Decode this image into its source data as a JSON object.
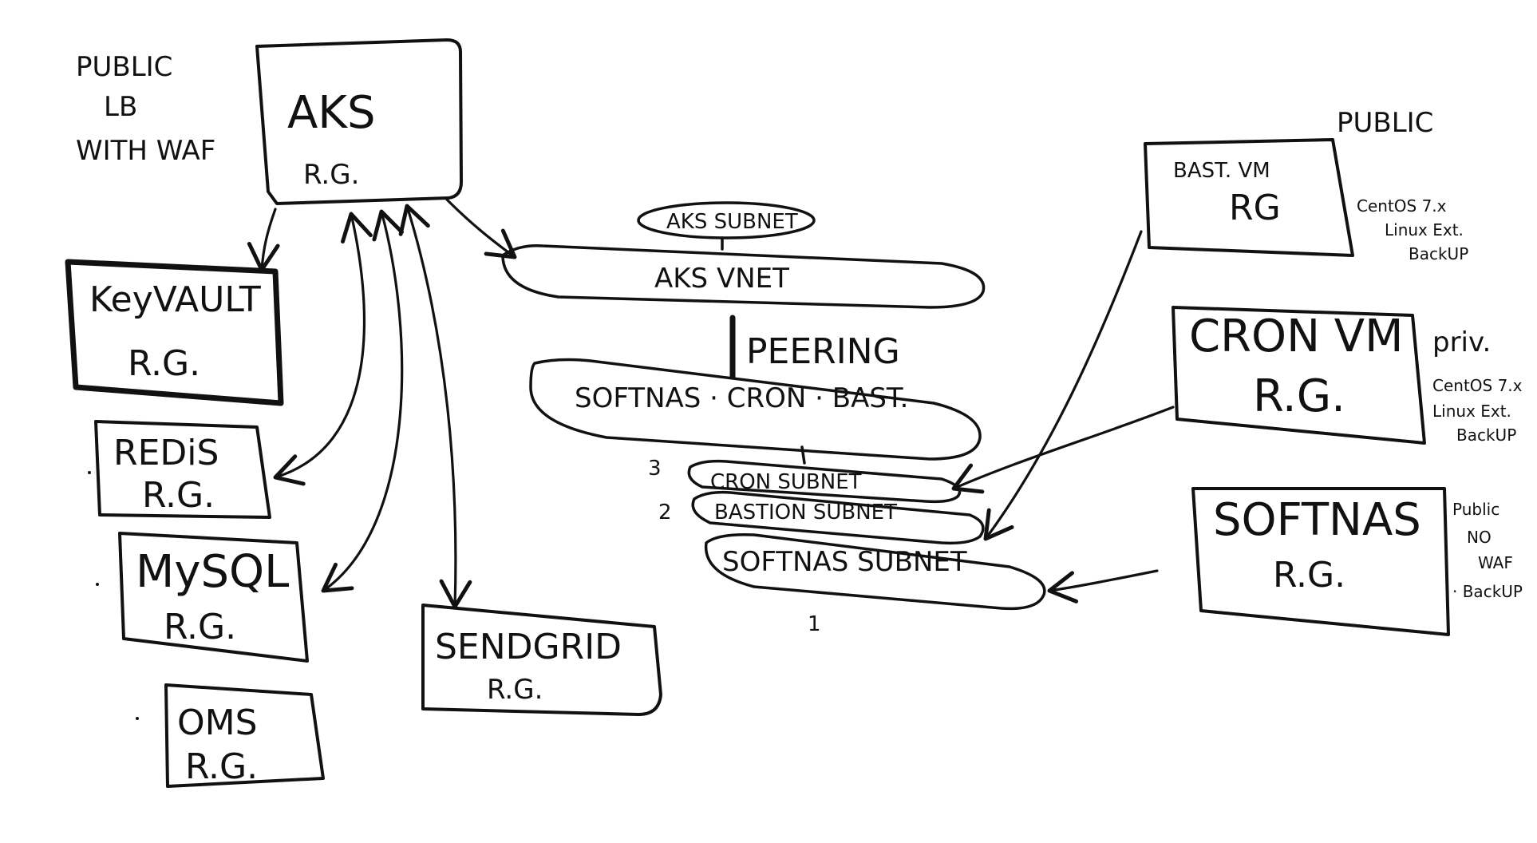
{
  "nodes": {
    "aks": {
      "title": "AKS",
      "sub": "R.G."
    },
    "keyvault": {
      "title": "KeyVAULT",
      "sub": "R.G."
    },
    "redis": {
      "title": "REDiS",
      "sub": "R.G."
    },
    "mysql": {
      "title": "MySQL",
      "sub": "R.G."
    },
    "oms": {
      "title": "OMS",
      "sub": "R.G."
    },
    "sendgrid": {
      "title": "SENDGRID",
      "sub": "R.G."
    },
    "bastion": {
      "title": "BAST. VM",
      "sub": "RG"
    },
    "cron": {
      "title": "CRON VM",
      "sub": "R.G."
    },
    "softnas": {
      "title": "SOFTNAS",
      "sub": "R.G."
    }
  },
  "networks": {
    "aks_subnet": "AKS SUBNET",
    "aks_vnet": "AKS VNET",
    "peering": "PEERING",
    "softnas_vnet": "SOFTNAS · CRON · BAST.",
    "cron_subnet": "CRON SUBNET",
    "bastion_subnet": "BASTION SUBNET",
    "softnas_subnet": "SOFTNAS SUBNET"
  },
  "annotations": {
    "public_lb": [
      "PUBLIC",
      "LB",
      "WITH WAF"
    ],
    "bastion_access": "PUBLIC",
    "bastion_notes": [
      "CentOS 7.x",
      "Linux Ext.",
      "BackUP"
    ],
    "cron_access": "priv.",
    "cron_notes": [
      "CentOS 7.x",
      "Linux Ext.",
      "BackUP"
    ],
    "softnas_notes": [
      "Public",
      "NO",
      "WAF",
      "· BackUP"
    ],
    "subnet_numbers": [
      "3",
      "2",
      "1"
    ]
  }
}
